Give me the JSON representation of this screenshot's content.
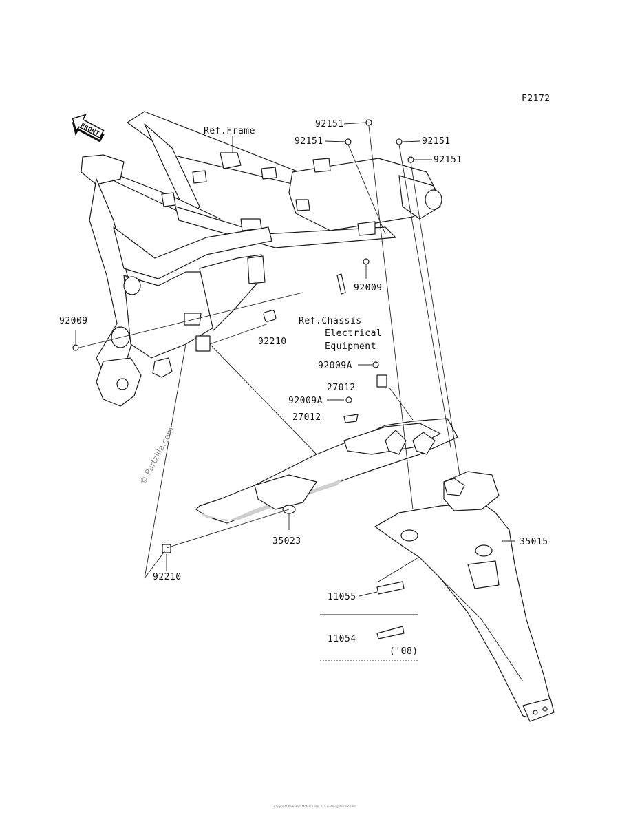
{
  "diagram_id": "F2172",
  "front_label": "FRONT",
  "watermark": "© Partzilla.com",
  "ref_frame": "Ref.Frame",
  "ref_chassis": [
    "Ref.Chassis",
    "Electrical",
    "Equipment"
  ],
  "parts": {
    "p92151_a": "92151",
    "p92151_b": "92151",
    "p92151_c": "92151",
    "p92151_d": "92151",
    "p92009_right": "92009",
    "p92009_left": "92009",
    "p92210_top": "92210",
    "p92210_bottom": "92210",
    "p92009A_a": "92009A",
    "p92009A_b": "92009A",
    "p27012_a": "27012",
    "p27012_b": "27012",
    "p35023": "35023",
    "p35015": "35015",
    "p11055": "11055",
    "p11054": "11054",
    "note_08": "('08)"
  },
  "footer": "Copyright Kawasaki Motors Corp., U.S.A. All rights reserved."
}
